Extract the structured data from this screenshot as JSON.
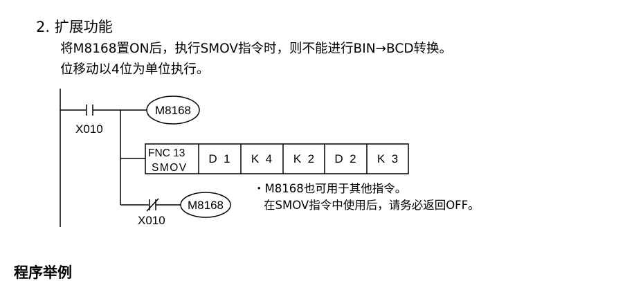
{
  "section": {
    "heading": "2.  扩展功能",
    "line1": "将M8168置ON后，执行SMOV指令时，则不能进行BIN→BCD转换。",
    "line2": "位移动以4位为单位执行。"
  },
  "ladder": {
    "contact1_label": "X010",
    "coil1_label": "M8168",
    "instruction": {
      "fnc_line1": "FNC 13",
      "fnc_line2": "SMOV",
      "operands": [
        "D  1",
        "K  4",
        "K  2",
        "D  2",
        "K  3"
      ]
    },
    "contact2_label": "X010",
    "coil2_label": "M8168"
  },
  "note": {
    "line1": "・M8168也可用于其他指令。",
    "line2": "在SMOV指令中使用后，请务必返回OFF。"
  },
  "next_heading": "程序举例"
}
